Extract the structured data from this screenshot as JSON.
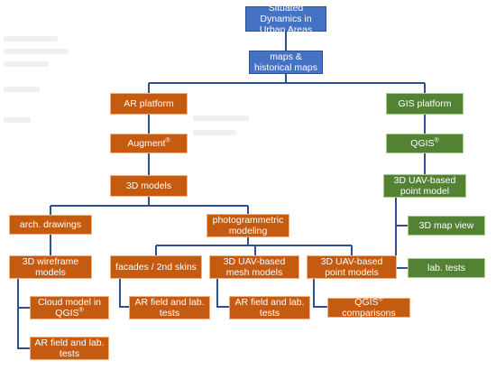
{
  "colors": {
    "blue": "#4472c4",
    "orange": "#c55a11",
    "green": "#548235",
    "connector": "#2f4f8f"
  },
  "nodes": {
    "situated_dynamics": {
      "label": "Situated Dynamics in Urban Areas"
    },
    "maps": {
      "label": "maps & historical maps"
    },
    "ar_platform": {
      "label": "AR platform"
    },
    "gis_platform": {
      "label": "GIS platform"
    },
    "augment": {
      "label": "Augment",
      "sup": "®"
    },
    "qgis": {
      "label": "QGIS",
      "sup": "®"
    },
    "models_3d": {
      "label": "3D models"
    },
    "uav_point_model_gis": {
      "label": "3D UAV-based point model"
    },
    "arch_drawings": {
      "label": "arch. drawings"
    },
    "photogrammetric": {
      "label": "photogrammetric modeling"
    },
    "map_view_3d": {
      "label": "3D map view"
    },
    "wireframe": {
      "label": "3D wireframe models"
    },
    "facades": {
      "label": "facades / 2nd skins"
    },
    "uav_mesh": {
      "label": "3D UAV-based mesh models"
    },
    "uav_point_ar": {
      "label": "3D UAV-based point models"
    },
    "lab_tests_gis": {
      "label": "lab. tests"
    },
    "cloud_model": {
      "label": "Cloud model in QGIS",
      "sup": "®"
    },
    "ar_field_facades": {
      "label": "AR field and lab. tests"
    },
    "ar_field_mesh": {
      "label": "AR field and lab. tests"
    },
    "qgis_comparisons": {
      "label": "QGIS",
      "sup": "®",
      "suffix": " comparisons"
    },
    "ar_field_wireframe": {
      "label": "AR field and lab. tests"
    }
  }
}
